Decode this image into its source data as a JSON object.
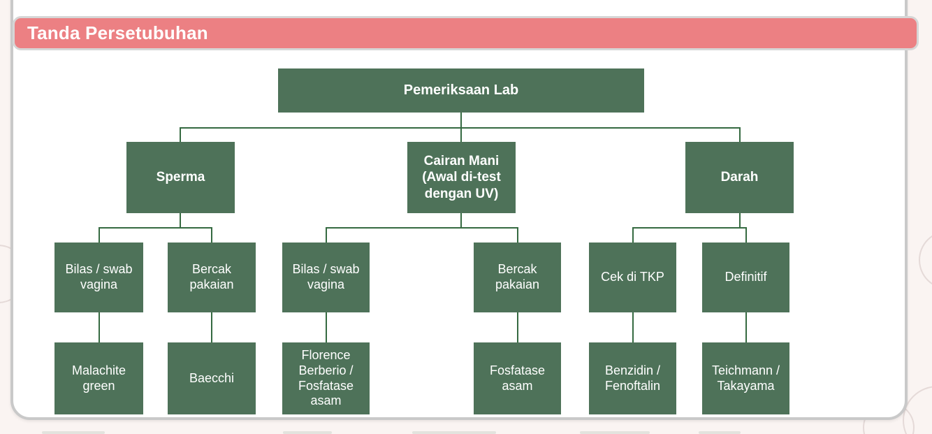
{
  "header": {
    "title": "Tanda Persetubuhan"
  },
  "colors": {
    "banner_pink": "#EC8083",
    "node_green": "#4E7259",
    "connector_green": "#356A41",
    "card_border_gray": "#C9C9C9",
    "page_background": "#FAF4F2",
    "text_white": "#FFFFFF"
  },
  "tree": {
    "root": {
      "label": "Pemeriksaan Lab"
    },
    "branches": [
      {
        "label": "Sperma",
        "children": [
          {
            "label": "Bilas / swab vagina",
            "test": "Malachite green"
          },
          {
            "label": "Bercak pakaian",
            "test": "Baecchi"
          }
        ]
      },
      {
        "label": "Cairan Mani (Awal di-test dengan UV)",
        "children": [
          {
            "label": "Bilas / swab vagina",
            "test": "Florence Berberio / Fosfatase asam"
          },
          {
            "label": "Bercak pakaian",
            "test": "Fosfatase asam"
          }
        ]
      },
      {
        "label": "Darah",
        "children": [
          {
            "label": "Cek di TKP",
            "test": "Benzidin / Fenoftalin"
          },
          {
            "label": "Definitif",
            "test": "Teichmann / Takayama"
          }
        ]
      }
    ]
  }
}
